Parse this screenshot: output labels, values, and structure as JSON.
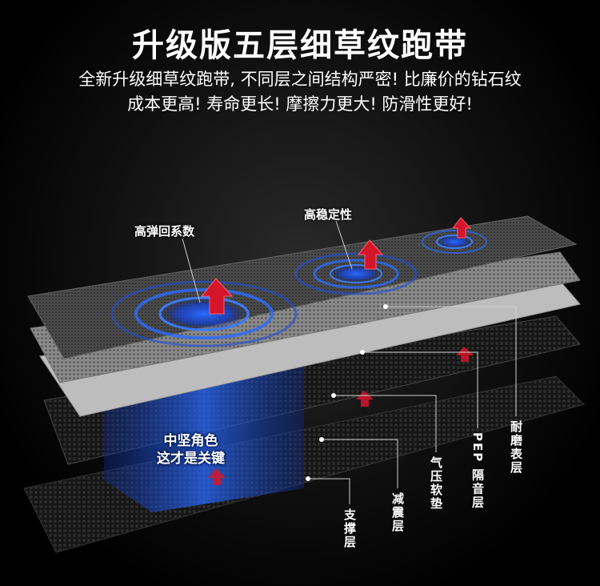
{
  "title": "升级版五层细草纹跑带",
  "subtitle": {
    "line1": "全新升级细草纹跑带, 不同层之间结构严密! 比廉价的钻石纹",
    "line2": "成本更高! 寿命更长! 摩擦力更大! 防滑性更好!"
  },
  "features": {
    "high_rebound": "高弹回系数",
    "high_stability": "高稳定性"
  },
  "core_note": {
    "line1": "中坚角色",
    "line2": "这才是关键"
  },
  "layers": {
    "wear_surface": "耐磨表层",
    "pep_insulation": "PEP 隔音层",
    "air_cushion": "气压软垫",
    "shock_absorb": "减震层",
    "support": "支撑层"
  },
  "colors": {
    "accent_blue": "#1f5bff",
    "arrow_red": "#d4152a",
    "leader_line": "#cfcfcf"
  }
}
